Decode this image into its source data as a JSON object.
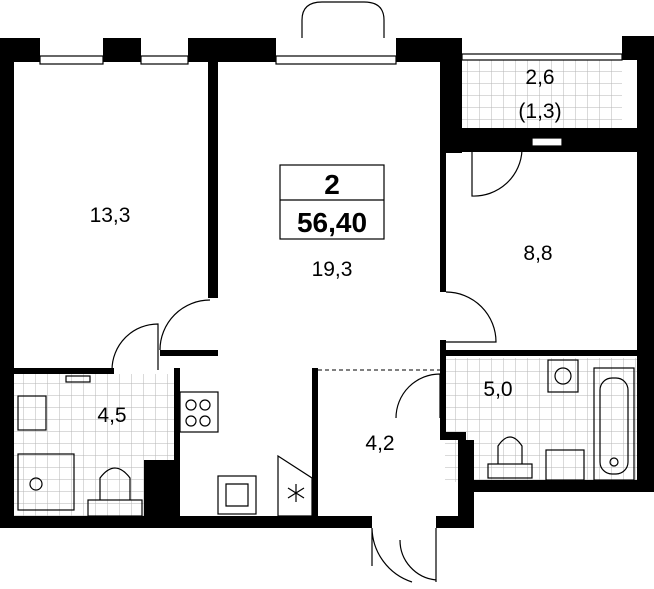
{
  "plan": {
    "summary": {
      "rooms_count": "2",
      "total_area": "56,40"
    },
    "rooms": {
      "bedroom": "13,3",
      "living": "19,3",
      "balcony": "2,6",
      "balcony_reduced": "(1,3)",
      "second_room": "8,8",
      "wc": "4,5",
      "hall": "4,2",
      "bathroom": "5,0"
    },
    "colors": {
      "wall": "#000000",
      "tile_grid": "#b5b5b5",
      "background": "#ffffff"
    },
    "icons": [
      "snowflake-icon",
      "sink-icon",
      "toilet-icon",
      "shower-icon",
      "bathtub-icon",
      "stove-icon",
      "washing-machine-icon"
    ]
  }
}
